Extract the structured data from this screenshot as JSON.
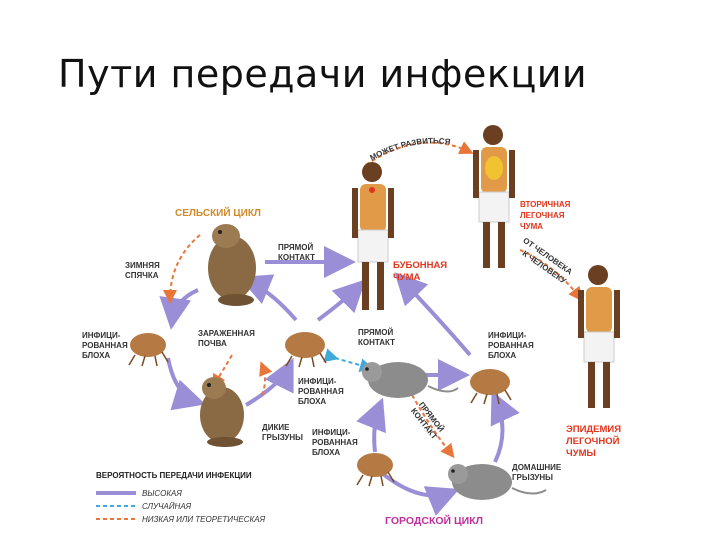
{
  "title": "Пути передачи инфекции",
  "cycles": {
    "rural": "СЕЛЬСКИЙ ЦИКЛ",
    "urban": "ГОРОДСКОЙ ЦИКЛ"
  },
  "labels": {
    "hibernation": [
      "ЗИМНЯЯ",
      "СПЯЧКА"
    ],
    "direct_contact_top": [
      "ПРЯМОЙ",
      "КОНТАКТ"
    ],
    "infected_flea_left": [
      "ИНФИЦИ-",
      "РОВАННАЯ",
      "БЛОХА"
    ],
    "contaminated_soil": [
      "ЗАРАЖЕННАЯ",
      "ПОЧВА"
    ],
    "wild_rodents": [
      "ДИКИЕ",
      "ГРЫЗУНЫ"
    ],
    "infected_flea_mid": [
      "ИНФИЦИ-",
      "РОВАННАЯ",
      "БЛОХА"
    ],
    "infected_flea_low": [
      "ИНФИЦИ-",
      "РОВАННАЯ",
      "БЛОХА"
    ],
    "direct_contact_mid": [
      "ПРЯМОЙ",
      "КОНТАКТ"
    ],
    "direct_contact_diag": [
      "ПРЯМОЙ",
      "КОНТАКТ"
    ],
    "infected_flea_right": [
      "ИНФИЦИ-",
      "РОВАННАЯ",
      "БЛОХА"
    ],
    "domestic_rodents": [
      "ДОМАШНИЕ",
      "ГРЫЗУНЫ"
    ],
    "may_develop": "МОЖЕТ РАЗВИТЬСЯ",
    "human_to_human_1": "ОТ ЧЕЛОВЕКА",
    "human_to_human_2": "К ЧЕЛОВЕКУ"
  },
  "stages": {
    "bubonic": [
      "БУБОННАЯ",
      "ЧУМА"
    ],
    "secondary": [
      "ВТОРИЧНАЯ",
      "ЛЕГОЧНАЯ",
      "ЧУМА"
    ],
    "epidemic": [
      "ЭПИДЕМИЯ",
      "ЛЕГОЧНОЙ",
      "ЧУМЫ"
    ]
  },
  "legend": {
    "title": "ВЕРОЯТНОСТЬ ПЕРЕДАЧИ ИНФЕКЦИИ",
    "items": [
      {
        "label": "ВЫСОКАЯ",
        "color": "#9a8fd6"
      },
      {
        "label": "СЛУЧАЙНАЯ",
        "color": "#3fa9d9"
      },
      {
        "label": "НИЗКАЯ ИЛИ ТЕОРЕТИЧЕСКАЯ",
        "color": "#e8763a"
      }
    ]
  },
  "colors": {
    "high": "#9a8fd6",
    "random": "#3fa9d9",
    "low": "#e8763a",
    "stage_red": "#e2351d",
    "rural": "#d08a2b",
    "urban": "#c0309a"
  }
}
